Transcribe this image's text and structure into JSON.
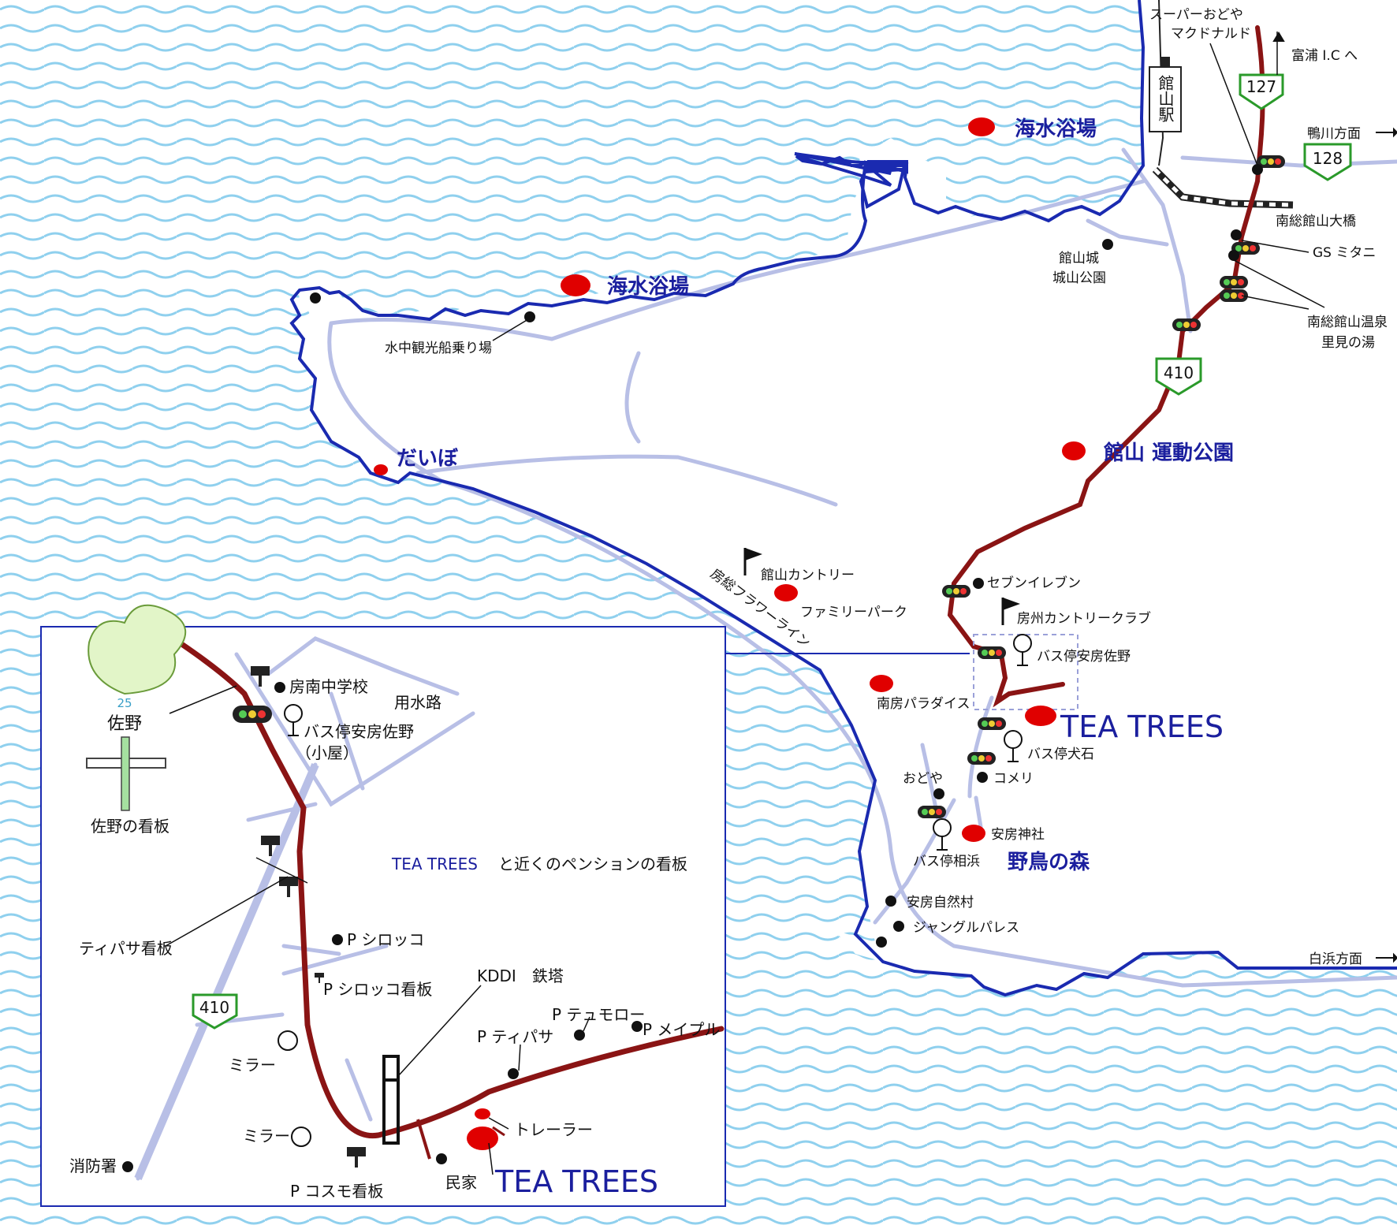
{
  "colors": {
    "water": "#8fd0ee",
    "coast": "#1a2ab0",
    "route": "#8a1414",
    "minor_road": "#b8bfe6",
    "spot": "#e00000",
    "label_blue": "#1b1f9e"
  },
  "roads": {
    "r127": "127",
    "r128": "128",
    "r410_main": "410",
    "r410_inset": "410"
  },
  "labels": {
    "super_odoya": "スーパーおどや",
    "mcdonalds": "マクドナルド",
    "tomiura_ic": "富浦 I.C へ",
    "kamogawa": "鴨川方面",
    "tateyama_station": "館山駅",
    "beach_1": "海水浴場",
    "beach_2": "海水浴場",
    "nanso_bridge": "南総館山大橋",
    "gs_mitani": "GS ミタニ",
    "tateyama_castle_1": "館山城",
    "tateyama_castle_2": "城山公園",
    "onsen_1": "南総館山温泉",
    "onsen_2": "里見の湯",
    "boat_pier": "水中観光船乗り場",
    "daibo": "だいぼ",
    "sports_park": "館山 運動公園",
    "country_club": "館山カントリー",
    "family_park": "ファミリーパーク",
    "flower_line": "房総フラワーライン",
    "seven_eleven": "セブンイレブン",
    "boshu_country": "房州カントリークラブ",
    "bus_sano": "バス停安房佐野",
    "nanbo_paradise": "南房パラダイス",
    "tea_trees_main": "TEA TREES",
    "bus_inuishi": "バス停犬石",
    "odoya": "おどや",
    "komeri": "コメリ",
    "awa_shrine": "安房神社",
    "bus_aihama": "バス停相浜",
    "yacho_mori": "野鳥の森",
    "awa_nature": "安房自然村",
    "jungle_palace": "ジャングルパレス",
    "shirahama": "白浜方面"
  },
  "inset": {
    "sign_number": "25",
    "sign_name": "佐野",
    "sano_sign": "佐野の看板",
    "school": "房南中学校",
    "canal": "用水路",
    "bus_stop_1": "バス停安房佐野",
    "bus_stop_2": "（小屋）",
    "tea_trees_sign_a": "TEA TREES",
    "tea_trees_sign_b": "と近くのペンションの看板",
    "tipasa_sign": "ティパサ看板",
    "sirocco": "P シロッコ",
    "sirocco_sign": "P シロッコ看板",
    "kddi": "KDDI　鉄塔",
    "p_tipasa": "P ティパサ",
    "p_tumoro": "P テュモロー",
    "p_maple": "P メイプル",
    "mirror_1": "ミラー",
    "mirror_2": "ミラー",
    "trailer": "トレーラー",
    "fire_station": "消防署",
    "cosmo_sign": "P コスモ看板",
    "minka": "民家",
    "tea_trees": "TEA TREES"
  }
}
